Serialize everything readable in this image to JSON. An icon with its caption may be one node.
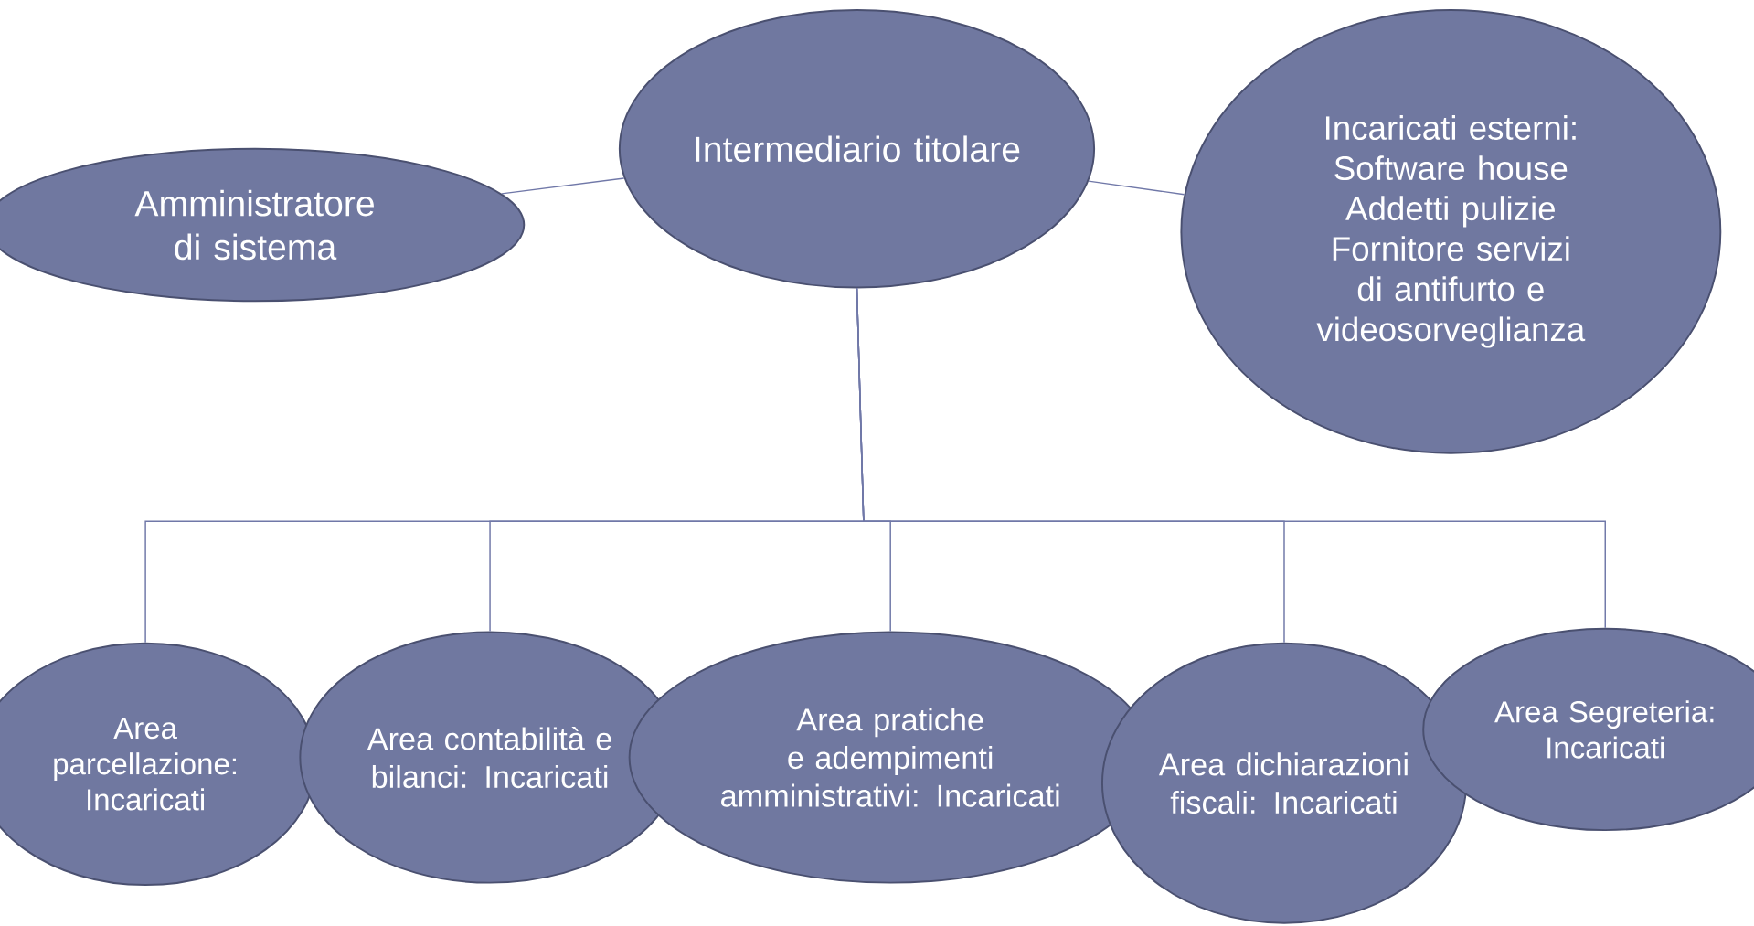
{
  "diagram": {
    "nodes": [
      {
        "text": [
          "Intermediario titolare"
        ]
      },
      {
        "text": [
          "Amministratore di sistema"
        ]
      },
      {
        "text": [
          "Incaricati esterni:",
          "Software house",
          "Addetti pulizie",
          "Fornitore servizi di antifurto e videosorveglianza"
        ]
      },
      {
        "text": [
          "Area parcellazione: Incaricati"
        ]
      },
      {
        "text": [
          "Area contabilità e bilanci: Incaricati"
        ]
      },
      {
        "text": [
          "Area pratiche e adempimenti amministrativi: Incaricati"
        ]
      },
      {
        "text": [
          "Area dichiarazioni fiscali: Incaricati"
        ]
      },
      {
        "text": [
          "Area Segreteria: Incaricati"
        ]
      }
    ],
    "edges": [
      {
        "from": 1,
        "to": 0,
        "arrow": "none"
      },
      {
        "from": 0,
        "to": 2,
        "arrow": "none"
      },
      {
        "from": 0,
        "to": 3,
        "arrow": "none"
      },
      {
        "from": 0,
        "to": 4,
        "arrow": "none"
      },
      {
        "from": 0,
        "to": 5,
        "arrow": "none"
      },
      {
        "from": 0,
        "to": 6,
        "arrow": "none"
      },
      {
        "from": 0,
        "to": 7,
        "arrow": "none"
      }
    ]
  }
}
